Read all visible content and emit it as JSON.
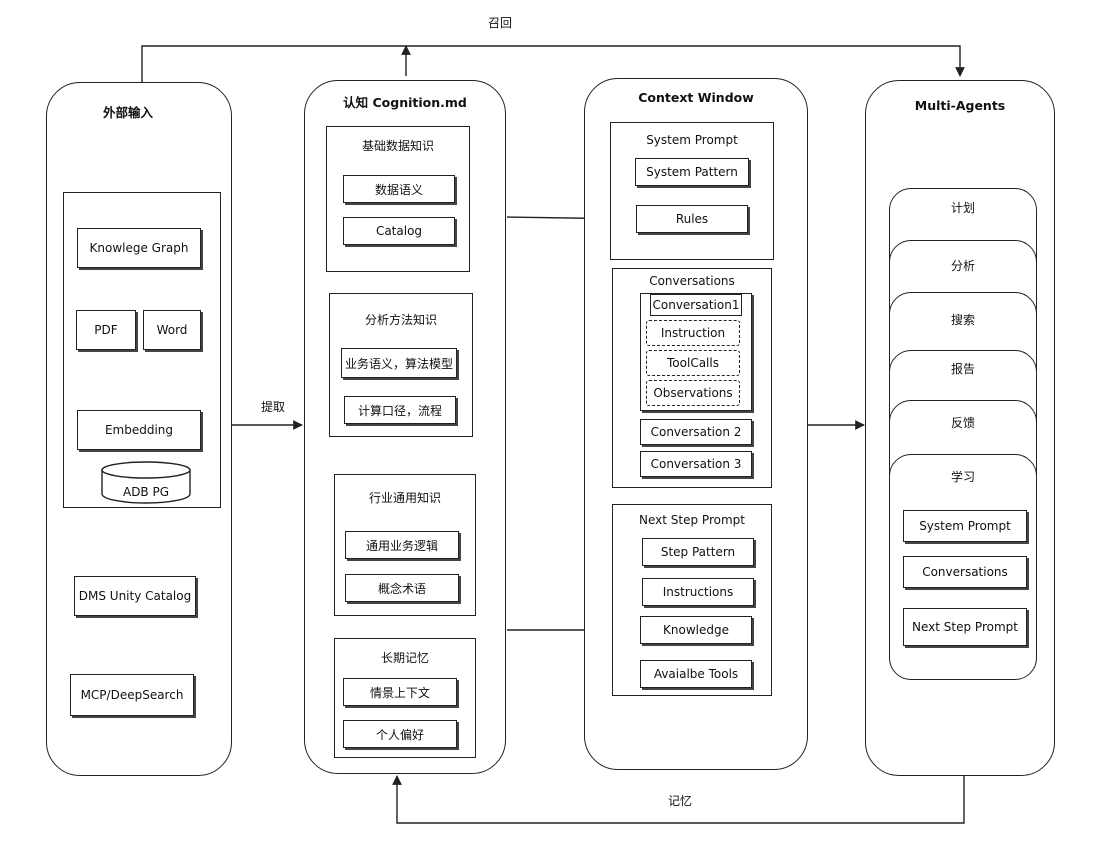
{
  "top_label": "召回",
  "bottom_label": "记忆",
  "extract_label": "提取",
  "col1": {
    "title": "外部输入",
    "knowledge_graph": "Knowlege Graph",
    "pdf": "PDF",
    "word": "Word",
    "embedding": "Embedding",
    "adb": "ADB PG",
    "dms": "DMS Unity Catalog",
    "mcp": "MCP/DeepSearch"
  },
  "col2": {
    "title": "认知 Cognition.md",
    "basic": {
      "title": "基础数据知识",
      "items": [
        "数据语义",
        "Catalog"
      ]
    },
    "analysis": {
      "title": "分析方法知识",
      "items": [
        "业务语义，算法模型",
        "计算口径，流程"
      ]
    },
    "industry": {
      "title": "行业通用知识",
      "items": [
        "通用业务逻辑",
        "概念术语"
      ]
    },
    "memory": {
      "title": "长期记忆",
      "items": [
        "情景上下文",
        "个人偏好"
      ]
    }
  },
  "col3": {
    "title": "Context Window",
    "system": {
      "title": "System Prompt",
      "items": [
        "System Pattern",
        "Rules"
      ]
    },
    "conversations": {
      "title": "Conversations",
      "conv1": "Conversation1",
      "sub": [
        "Instruction",
        "ToolCalls",
        "Observations"
      ],
      "conv2": "Conversation 2",
      "conv3": "Conversation 3"
    },
    "next": {
      "title": "Next Step Prompt",
      "items": [
        "Step Pattern",
        "Instructions",
        "Knowledge",
        "Avaialbe Tools"
      ]
    }
  },
  "col4": {
    "title": "Multi-Agents",
    "cards": [
      "计划",
      "分析",
      "搜索",
      "报告",
      "反馈",
      "学习"
    ],
    "inner": [
      "System Prompt",
      "Conversations",
      "Next Step Prompt"
    ]
  }
}
